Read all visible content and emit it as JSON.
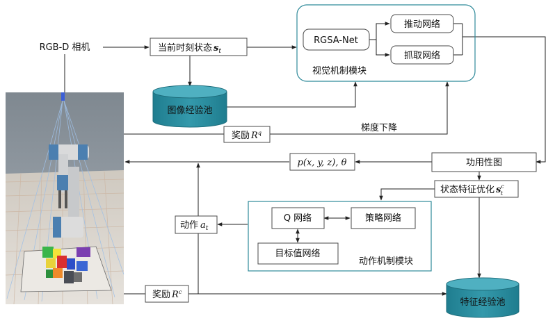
{
  "nodes": {
    "rgbd_camera": "RGB-D 相机",
    "current_state": "当前时刻状态",
    "current_state_var": "s",
    "current_state_sub": "t",
    "rgsa_net": "RGSA-Net",
    "push_net": "推动网络",
    "grasp_net": "抓取网络",
    "vision_module": "视觉机制模块",
    "image_pool": "图像经验池",
    "reward_q_label": "奖励",
    "reward_q_var": "R",
    "reward_q_sup": "q",
    "gradient_descent": "梯度下降",
    "affordance_map": "功用性图",
    "action_output": "p(x, y, z), θ",
    "state_feature_opt": "状态特征优化",
    "state_feature_var": "s",
    "state_feature_sup": "c",
    "state_feature_sub": "t",
    "q_net": "Q 网络",
    "policy_net": "策略网络",
    "target_net": "目标值网络",
    "action_module": "动作机制模块",
    "action_label": "动作",
    "action_var": "a",
    "action_sub": "t",
    "reward_c_label": "奖励",
    "reward_c_var": "R",
    "reward_c_sup": "c",
    "feature_pool": "特征经验池"
  },
  "colors": {
    "module_border": "#2f8a9a",
    "pool_fill": "#2a8a9c",
    "pool_top": "#45a9ba",
    "line": "#222222"
  }
}
